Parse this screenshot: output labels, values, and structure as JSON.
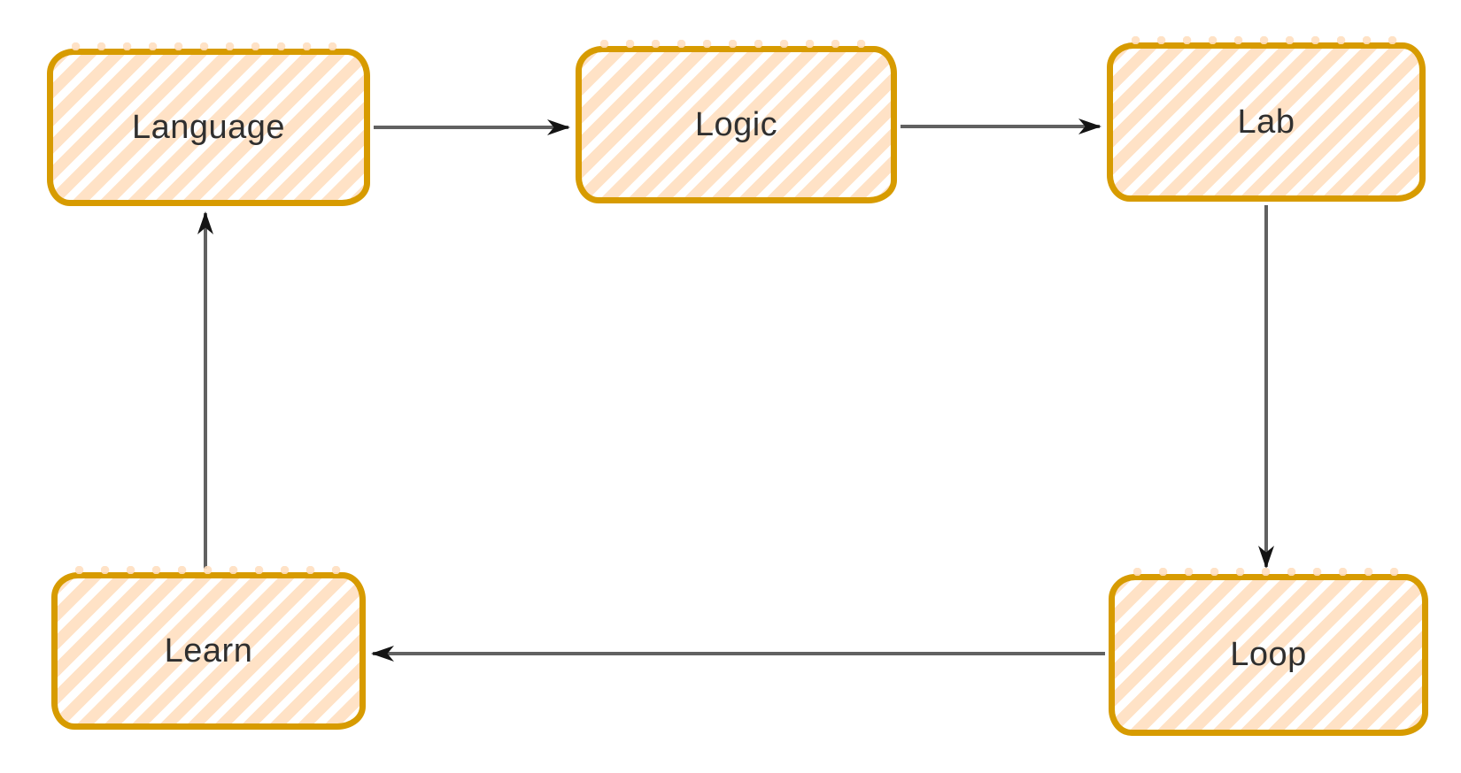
{
  "diagram": {
    "background_color": "#ffffff",
    "node_style": {
      "border_color": "#d79b00",
      "hatch_stripe_color": "#ffe2c6",
      "hatch_gap_color": "#ffffff",
      "hatch_direction": "bottom-left-to-top-right",
      "text_color": "#2f2f2f",
      "shape": "rounded-rectangle-sketch"
    },
    "edge_style": {
      "line_color": "#616161",
      "arrowhead_color": "#141414",
      "arrowhead_shape": "barbed"
    },
    "nodes": [
      {
        "id": "language",
        "label": "Language"
      },
      {
        "id": "logic",
        "label": "Logic"
      },
      {
        "id": "lab",
        "label": "Lab"
      },
      {
        "id": "learn",
        "label": "Learn"
      },
      {
        "id": "loop",
        "label": "Loop"
      }
    ],
    "edges": [
      {
        "from": "language",
        "to": "logic"
      },
      {
        "from": "logic",
        "to": "lab"
      },
      {
        "from": "lab",
        "to": "loop"
      },
      {
        "from": "loop",
        "to": "learn"
      },
      {
        "from": "learn",
        "to": "language"
      }
    ]
  }
}
